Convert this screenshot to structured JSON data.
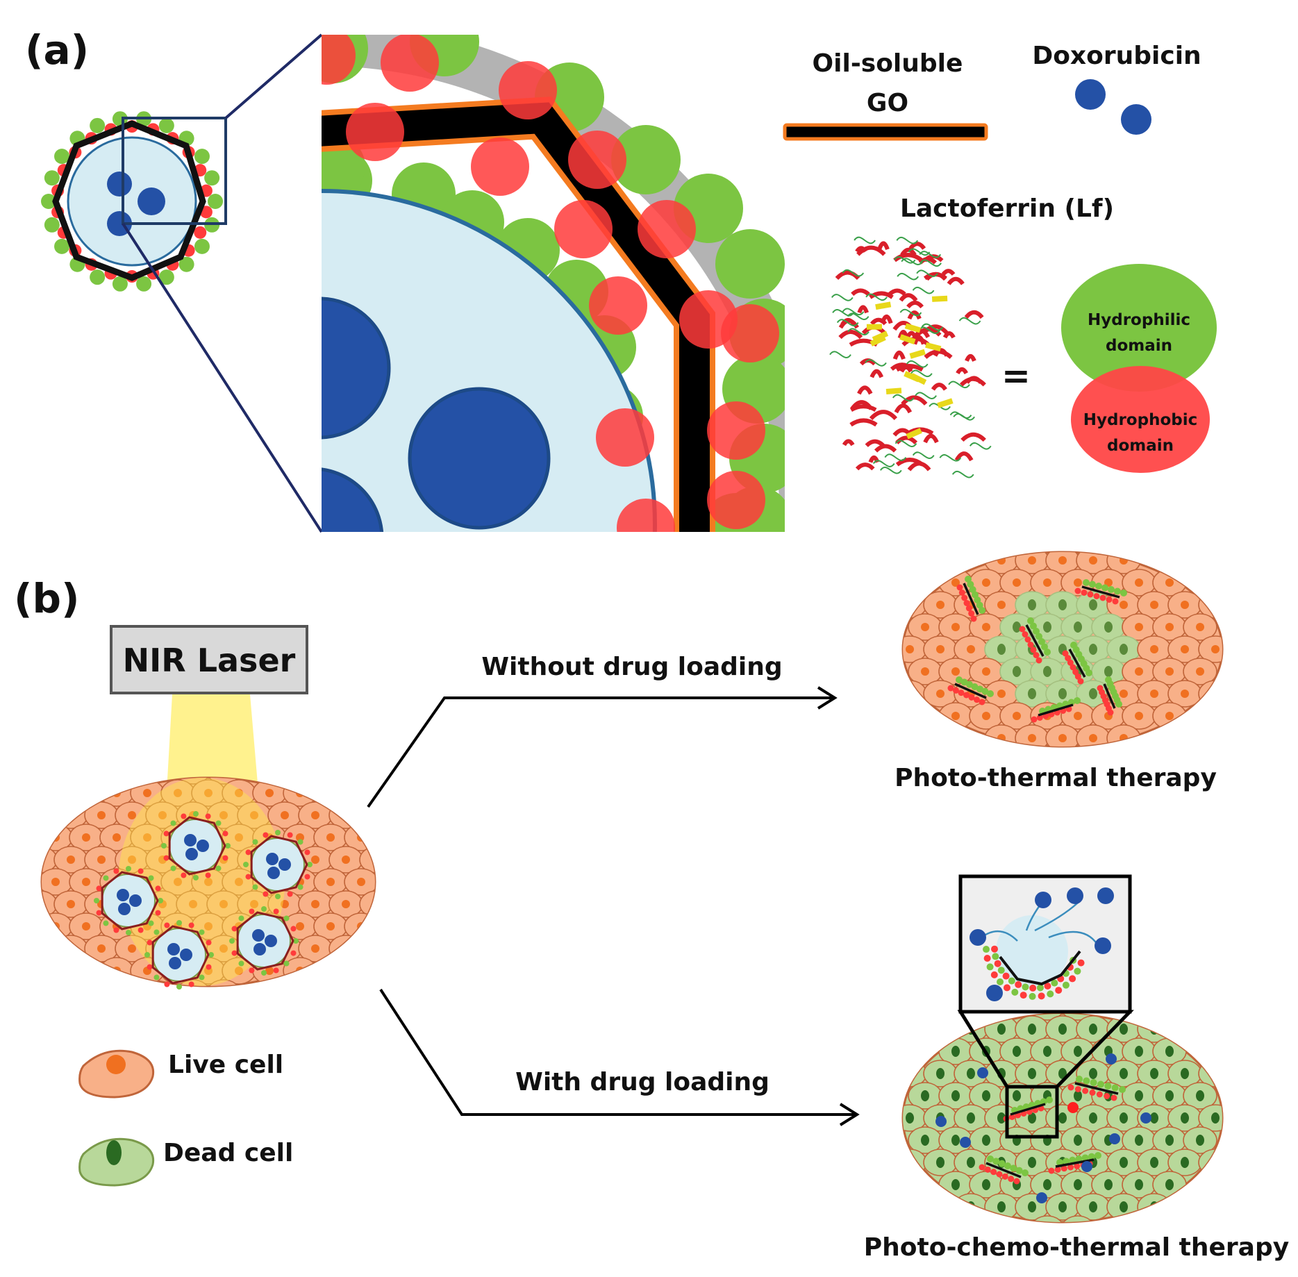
{
  "panel_a": {
    "label": "(a)",
    "legend": {
      "go_line1": "Oil-soluble",
      "go_line2": "GO",
      "dox": "Doxorubicin",
      "lf": "Lactoferrin (Lf)",
      "equals": "=",
      "hydrophilic_line1": "Hydrophilic",
      "hydrophilic_line2": "domain",
      "hydrophobic_line1": "Hydrophobic",
      "hydrophobic_line2": "domain"
    }
  },
  "panel_b": {
    "label": "(b)",
    "laser": "NIR Laser",
    "without": "Without drug loading",
    "with": "With drug loading",
    "ptt": "Photo-thermal therapy",
    "pctt": "Photo-chemo-thermal  therapy",
    "live_cell": "Live cell",
    "dead_cell": "Dead cell"
  },
  "colors": {
    "live_cell": "#f8b088",
    "live_nucleus": "#f07020",
    "dead_cell": "#b8d89a",
    "dead_nucleus": "#2a6a22",
    "hydrophilic": "#7cc542",
    "hydrophobic": "#ff3b3b",
    "doxorubicin": "#2451a6",
    "go_border": "#f47b20",
    "core": "#d6ecf3",
    "laser": "#fff07a"
  }
}
